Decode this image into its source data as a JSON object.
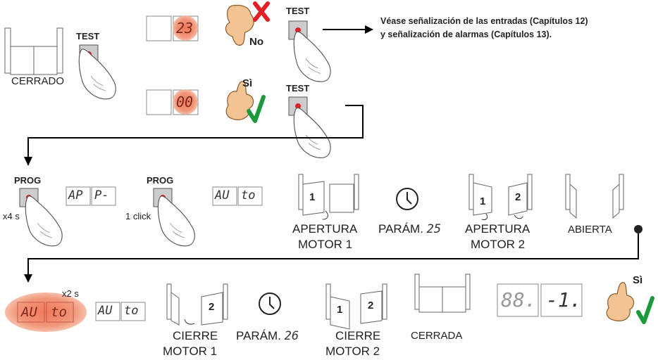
{
  "step1": {
    "test_label": "TEST",
    "closed_label": "CERRADO",
    "display_fail": "23",
    "display_ok": "00",
    "no_label": "No",
    "yes_label": "Sì",
    "note_line1": "Véase señalización de las entradas (Capítulos 12)",
    "note_line2": "y señalización de alarmas (Capítulos 13)."
  },
  "step2": {
    "prog_label": "PROG",
    "hold_4s": "x4 s",
    "one_click": "1 click",
    "display_ap_left": "AP",
    "display_ap_right": "P-",
    "display_auto_left": "AU",
    "display_auto_right": "to",
    "motor1_num": "1",
    "motor2_num": "2",
    "open_motor1_l1": "APERTURA",
    "open_motor1_l2": "MOTOR 1",
    "param_prefix": "PARÁM.",
    "param_open": "25",
    "open_motor2_l1": "APERTURA",
    "open_motor2_l2": "MOTOR 2",
    "open_state": "ABIERTA"
  },
  "step3": {
    "hold_2s": "x2 s",
    "display_auto_left": "AU",
    "display_auto_right": "to",
    "close_motor1_l1": "CIERRE",
    "close_motor1_l2": "MOTOR 1",
    "param_prefix": "PARÁM.",
    "param_close": "26",
    "close_motor2_l1": "CIERRE",
    "close_motor2_l2": "MOTOR 2",
    "closed_state": "CERRADA",
    "final_left": "88.",
    "final_right": "-1.",
    "yes_label": "Sì"
  },
  "colors": {
    "accent_red": "#e31e24",
    "accent_green": "#1a9a3a",
    "glow": "#f08a6a"
  },
  "icons": [
    "gate-icon",
    "push-button-icon",
    "finger-icon",
    "thumbs-down-icon",
    "thumbs-up-icon",
    "check-icon",
    "cross-icon",
    "clock-icon",
    "arrow-icon"
  ]
}
